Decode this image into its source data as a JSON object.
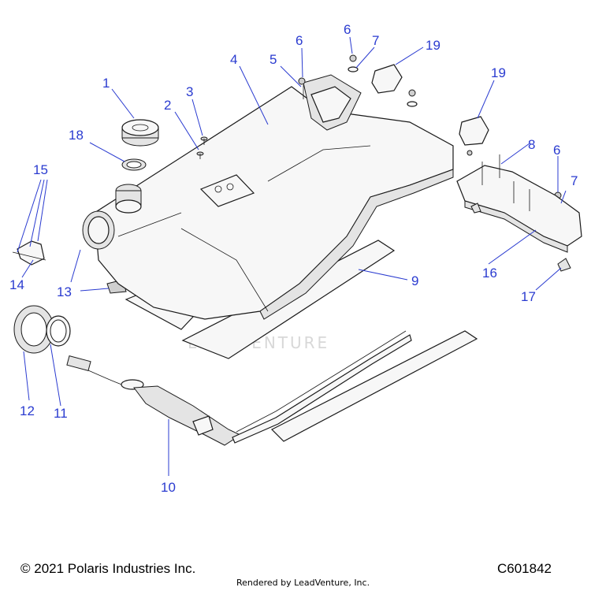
{
  "callouts": {
    "c1": "1",
    "c2": "2",
    "c3": "3",
    "c4": "4",
    "c5": "5",
    "c6a": "6",
    "c6b": "6",
    "c6c": "6",
    "c7a": "7",
    "c7b": "7",
    "c8": "8",
    "c9": "9",
    "c10": "10",
    "c11": "11",
    "c12": "12",
    "c13": "13",
    "c14": "14",
    "c15": "15",
    "c16": "16",
    "c17": "17",
    "c18": "18",
    "c19a": "19",
    "c19b": "19"
  },
  "footer": {
    "copyright": "© 2021 Polaris Industries Inc.",
    "diagram_code": "C601842",
    "rendered_by": "Rendered by LeadVenture, Inc."
  },
  "watermark": "LEADVENTURE",
  "colors": {
    "callout": "#2a3bd0",
    "line_art": "#1a1a1a"
  }
}
